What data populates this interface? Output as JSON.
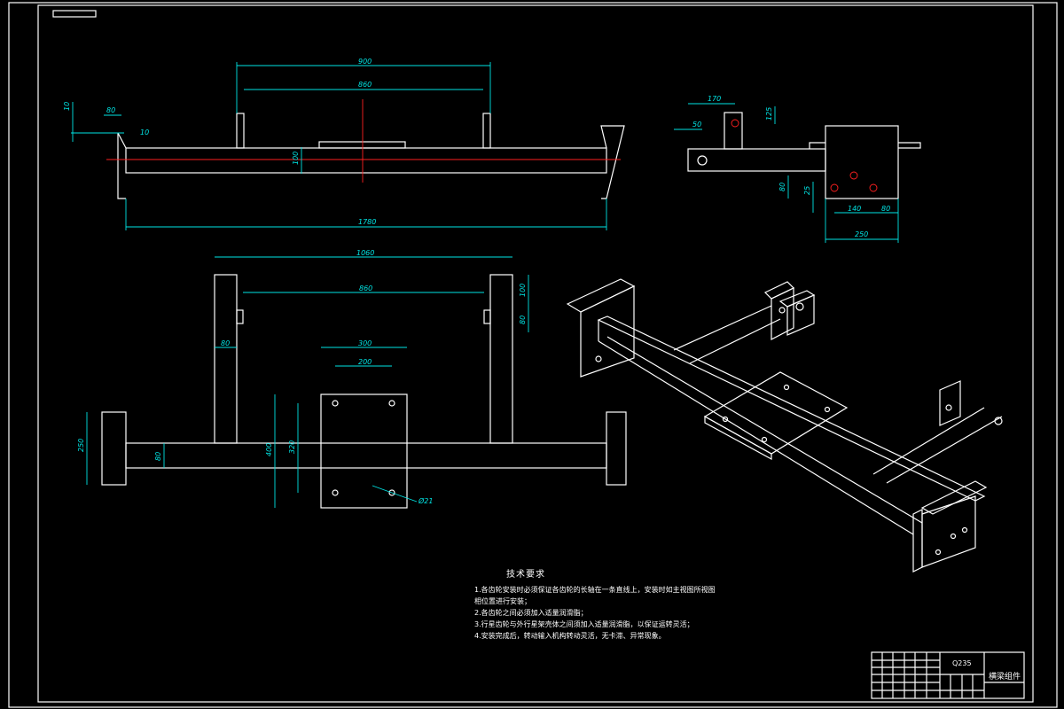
{
  "top_view": {
    "dims": [
      "900",
      "860",
      "80",
      "10",
      "10",
      "100",
      "1780"
    ]
  },
  "side_view": {
    "dims": [
      "170",
      "50",
      "125",
      "80",
      "25",
      "140",
      "80",
      "250"
    ]
  },
  "plan_view": {
    "dims": [
      "1060",
      "860",
      "100",
      "80",
      "80",
      "300",
      "200",
      "250",
      "80",
      "400",
      "320",
      "Ø21"
    ]
  },
  "notes": {
    "title": "技术要求",
    "lines": [
      "1.各齿轮安装时必须保证各齿轮的长轴在一条直线上，安装时如主视图所视图",
      "相位置进行安装；",
      "2.各齿轮之间必须加入适量润滑脂；",
      "3.行星齿轮与外行星架壳体之间须加入适量润滑脂，以保证运转灵活；",
      "4.安装完成后，转动输入机构转动灵活，无卡滞、异常现象。"
    ]
  },
  "title_block": {
    "material": "Q235",
    "part_name": "横梁组件"
  }
}
